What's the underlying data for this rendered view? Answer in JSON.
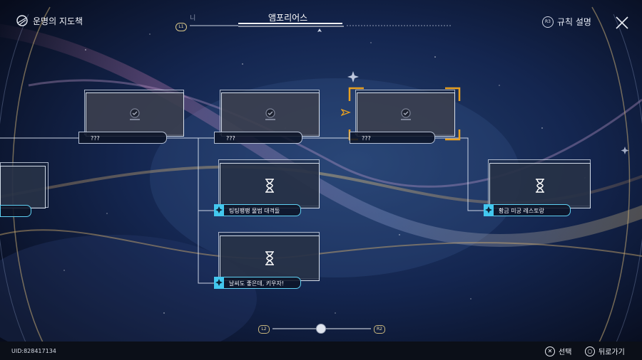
{
  "header": {
    "title": "운명의 지도책",
    "tab_prev": "니",
    "tab_current": "앰포리어스",
    "l1": "L1",
    "rules_label": "규칙 설명",
    "r3": "R3"
  },
  "nodes": {
    "node1": {
      "label": "???"
    },
    "node2": {
      "label": "???"
    },
    "node3": {
      "label": "???"
    },
    "node4": {
      "label": "팅팅팽팽 물범 대격돌"
    },
    "node5": {
      "label": "날씨도 좋은데, 키우자!"
    },
    "node6": {
      "label": "황금 미궁 레스토랑"
    }
  },
  "slider": {
    "l2": "L2",
    "r2": "R2"
  },
  "footer": {
    "uid": "UID:828417134",
    "select_label": "선택",
    "back_label": "뒤로가기"
  },
  "colors": {
    "accent_cyan": "#43c8ef",
    "selection_gold": "#e8a020",
    "background": "#0a1226"
  }
}
